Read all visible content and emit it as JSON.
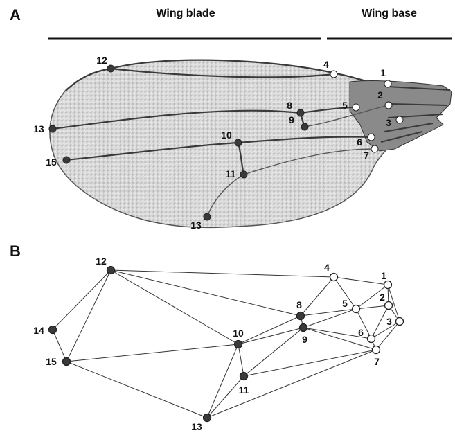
{
  "panels": {
    "a": {
      "letter": "A"
    },
    "b": {
      "letter": "B"
    }
  },
  "headers": {
    "wing_blade": "Wing blade",
    "wing_base": "Wing base"
  },
  "landmarks": [
    {
      "id": "1",
      "type": "base"
    },
    {
      "id": "2",
      "type": "base"
    },
    {
      "id": "3",
      "type": "base"
    },
    {
      "id": "4",
      "type": "base"
    },
    {
      "id": "5",
      "type": "base"
    },
    {
      "id": "6",
      "type": "base"
    },
    {
      "id": "7",
      "type": "base"
    },
    {
      "id": "8",
      "type": "blade"
    },
    {
      "id": "9",
      "type": "blade"
    },
    {
      "id": "10",
      "type": "blade"
    },
    {
      "id": "11",
      "type": "blade"
    },
    {
      "id": "12",
      "type": "blade"
    },
    {
      "id": "13",
      "type": "blade"
    },
    {
      "id": "14",
      "type": "blade"
    },
    {
      "id": "15",
      "type": "blade"
    }
  ],
  "network_edges": [
    [
      "12",
      "4"
    ],
    [
      "12",
      "8"
    ],
    [
      "12",
      "10"
    ],
    [
      "12",
      "15"
    ],
    [
      "12",
      "14"
    ],
    [
      "14",
      "15"
    ],
    [
      "15",
      "10"
    ],
    [
      "15",
      "13"
    ],
    [
      "4",
      "1"
    ],
    [
      "4",
      "5"
    ],
    [
      "4",
      "8"
    ],
    [
      "1",
      "2"
    ],
    [
      "1",
      "3"
    ],
    [
      "1",
      "5"
    ],
    [
      "2",
      "5"
    ],
    [
      "2",
      "3"
    ],
    [
      "2",
      "6"
    ],
    [
      "3",
      "6"
    ],
    [
      "3",
      "7"
    ],
    [
      "5",
      "8"
    ],
    [
      "5",
      "9"
    ],
    [
      "5",
      "6"
    ],
    [
      "6",
      "7"
    ],
    [
      "6",
      "9"
    ],
    [
      "8",
      "9"
    ],
    [
      "8",
      "10"
    ],
    [
      "9",
      "10"
    ],
    [
      "9",
      "11"
    ],
    [
      "9",
      "7"
    ],
    [
      "10",
      "11"
    ],
    [
      "10",
      "13"
    ],
    [
      "11",
      "13"
    ],
    [
      "11",
      "7"
    ],
    [
      "13",
      "7"
    ]
  ],
  "colors": {
    "blade_fill": "#3a3a3a",
    "base_fill": "#ffffff",
    "point_stroke": "#222222",
    "edge": "#333333"
  }
}
